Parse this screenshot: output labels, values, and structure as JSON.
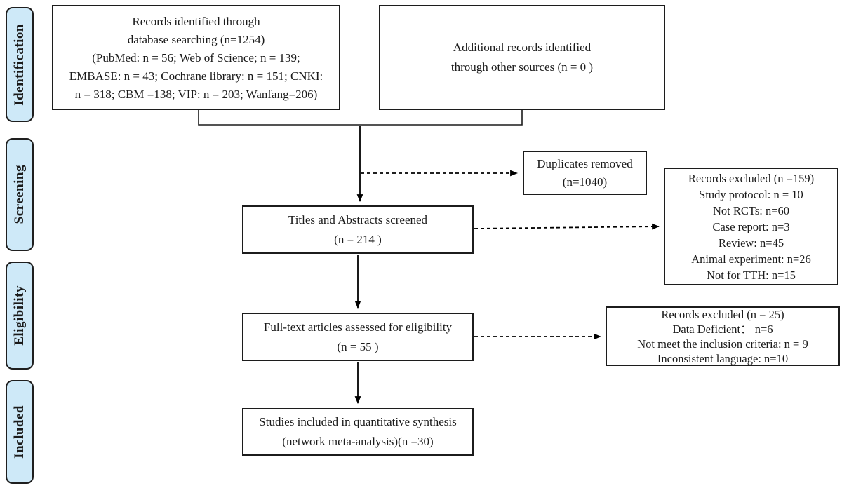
{
  "stages": [
    {
      "label": "Identification"
    },
    {
      "label": "Screening"
    },
    {
      "label": "Eligibility"
    },
    {
      "label": "Included"
    }
  ],
  "boxes": {
    "database_records": {
      "lines": [
        "Records identified through",
        "database searching (n=1254)",
        "(PubMed: n = 56; Web of Science; n = 139;",
        "EMBASE: n = 43; Cochrane library: n = 151; CNKI:",
        "n = 318; CBM =138; VIP: n = 203; Wanfang=206)"
      ]
    },
    "other_sources": {
      "lines": [
        "Additional records identified",
        "through other sources (n = 0 )"
      ]
    },
    "duplicates_removed": {
      "lines": [
        "Duplicates removed",
        "(n=1040)"
      ]
    },
    "titles_screened": {
      "lines": [
        "Titles and Abstracts screened",
        "(n = 214 )"
      ]
    },
    "records_excluded_screening": {
      "lines": [
        "Records excluded (n =159)",
        "Study protocol: n = 10",
        "Not RCTs: n=60",
        "Case report: n=3",
        "Review: n=45",
        "Animal experiment: n=26",
        "Not for TTH: n=15"
      ]
    },
    "fulltext_assessed": {
      "lines": [
        "Full-text articles assessed for eligibility",
        "(n = 55 )"
      ]
    },
    "records_excluded_eligibility": {
      "lines": [
        "Records excluded (n = 25)",
        "Data Deficient：  n=6",
        "Not meet the inclusion criteria: n = 9",
        "Inconsistent language: n=10"
      ]
    },
    "studies_included": {
      "lines": [
        "Studies included in quantitative synthesis",
        "(network meta-analysis)(n =30)"
      ]
    }
  },
  "colors": {
    "stage_fill": "#cee9f8",
    "border": "#1c1c1c",
    "text": "#1a1a1a",
    "background": "#ffffff"
  }
}
